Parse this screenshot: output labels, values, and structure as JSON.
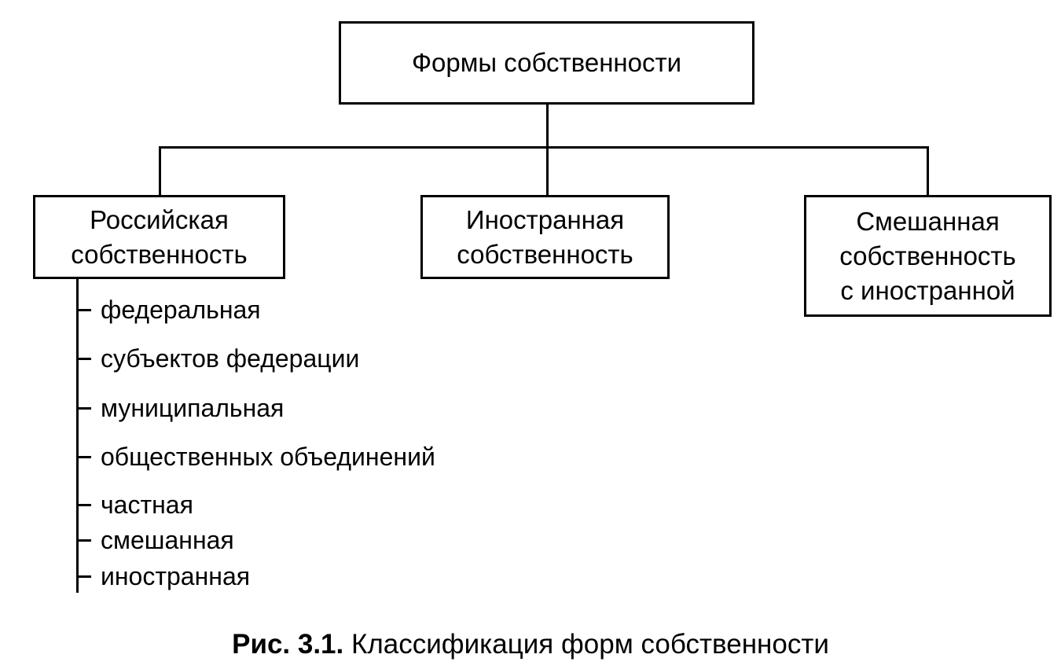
{
  "root": {
    "label": "Формы собственности"
  },
  "branches": [
    {
      "lines": [
        "Российская",
        "собственность"
      ]
    },
    {
      "lines": [
        "Иностранная",
        "собственность"
      ]
    },
    {
      "lines": [
        "Смешанная",
        "собственность",
        "с иностранной"
      ]
    }
  ],
  "russian_subtypes": [
    "федеральная",
    "субъектов федерации",
    "муниципальная",
    "общественных объединений",
    "частная",
    "смешанная",
    "иностранная"
  ],
  "caption": {
    "number": "Рис. 3.1.",
    "text": "Классификация форм собственности"
  }
}
